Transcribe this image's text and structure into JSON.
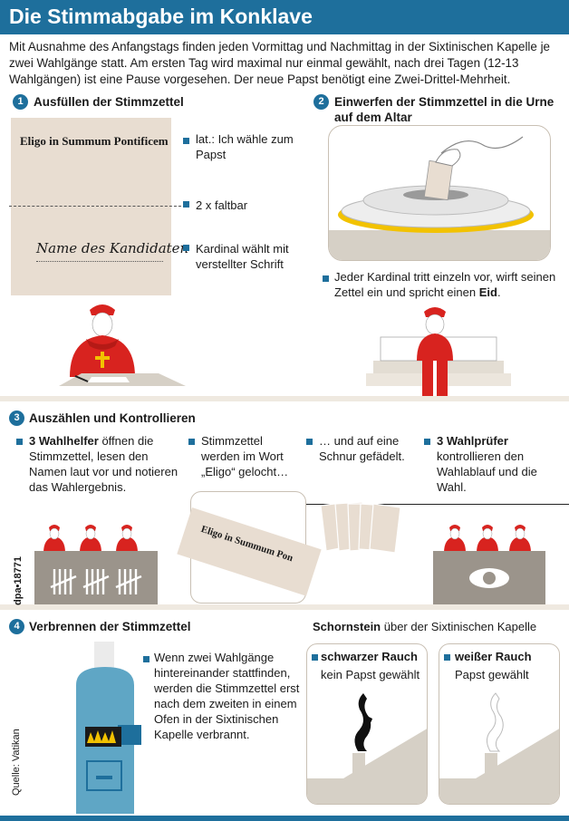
{
  "header": {
    "title": "Die Stimmabgabe im Konklave"
  },
  "intro": "Mit Ausnahme des Anfangstags finden jeden Vormittag und Nachmittag in der Sixtinischen Kapelle je zwei Wahlgänge statt. Am ersten Tag wird maximal nur einmal gewählt, nach drei Tagen (12-13 Wahlgängen) ist eine Pause vorgesehen. Der neue Papst benötigt eine Zwei-Drittel-Mehrheit.",
  "colors": {
    "accent": "#1e6f9c",
    "paper": "#e8ddd1",
    "red": "#d8231f",
    "floor": "#d6d0c6"
  },
  "step1": {
    "number": "1",
    "title": "Ausfüllen der Stimmzettel",
    "ballot_header": "Eligo in Summum Pontificem",
    "candidate": "Name des Kandidaten",
    "notes": [
      "lat.: Ich wähle zum Papst",
      "2 x faltbar",
      "Kardinal wählt mit verstellter Schrift"
    ]
  },
  "step2": {
    "number": "2",
    "title": "Einwerfen der Stimmzettel in die Urne auf dem Altar",
    "note_prefix": "Jeder Kardinal tritt einzeln vor, wirft seinen Zettel ein und spricht einen ",
    "note_bold": "Eid",
    "note_suffix": "."
  },
  "step3": {
    "number": "3",
    "title": "Auszählen und Kontrollieren",
    "items": [
      {
        "bold": "3 Wahlhelfer",
        "rest": " öffnen die Stimmzettel, lesen den Namen laut vor und notieren das Wahlergebnis."
      },
      {
        "bold": "",
        "rest": "Stimmzettel werden im Wort „Eligo“ gelocht…"
      },
      {
        "bold": "",
        "rest": "… und auf eine Schnur gefädelt."
      },
      {
        "bold": "3 Wahlprüfer",
        "rest": " kontrollieren den Wahlablauf und die Wahl."
      }
    ],
    "ballot_text_1": "Eligo",
    "ballot_text_2": "in Summum Pon"
  },
  "step4": {
    "number": "4",
    "title": "Verbrennen der Stimmzettel",
    "note": "Wenn zwei Wahlgänge hintereinander stattfinden, werden die Stimmzettel erst nach dem zweiten in einem Ofen in der Sixtinischen Kapelle verbrannt.",
    "chimney_bold": "Schornstein",
    "chimney_rest": " über der Sixtinischen Kapelle",
    "black": {
      "title": "schwarzer Rauch",
      "text": "kein Papst gewählt"
    },
    "white": {
      "title": "weißer Rauch",
      "text": "Papst gewählt"
    }
  },
  "credit": "dpa•18771",
  "source": "Quelle: Vatikan"
}
